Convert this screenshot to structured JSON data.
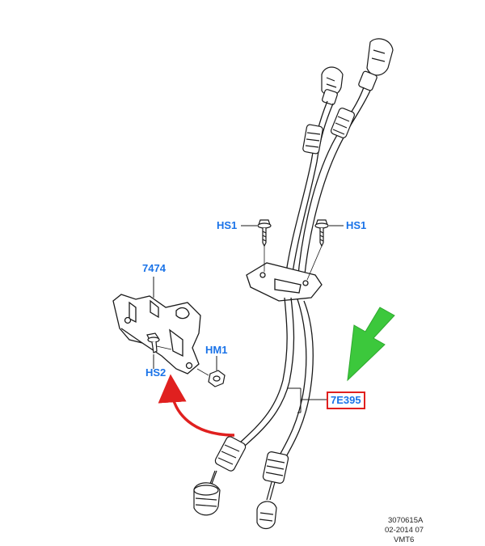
{
  "callouts": {
    "hs1_left": "HS1",
    "hs1_right": "HS1",
    "bracket": "7474",
    "hm1": "HM1",
    "hs2": "HS2",
    "cable": "7E395"
  },
  "footer": {
    "figure_id": "3070615A",
    "date": "02-2014 07",
    "model": "VMT6"
  },
  "colors": {
    "callout_text": "#1a73e8",
    "highlight_box": "#e0201f",
    "green_arrow": "#3cc83c",
    "red_arrow": "#e0201f",
    "line_art": "#1a1a1a"
  },
  "icons": {
    "bolt": "hex-bolt-icon",
    "nut": "hex-nut-icon",
    "indicator": "green-pointer-arrow-icon",
    "relation": "red-curved-arrow-icon"
  }
}
